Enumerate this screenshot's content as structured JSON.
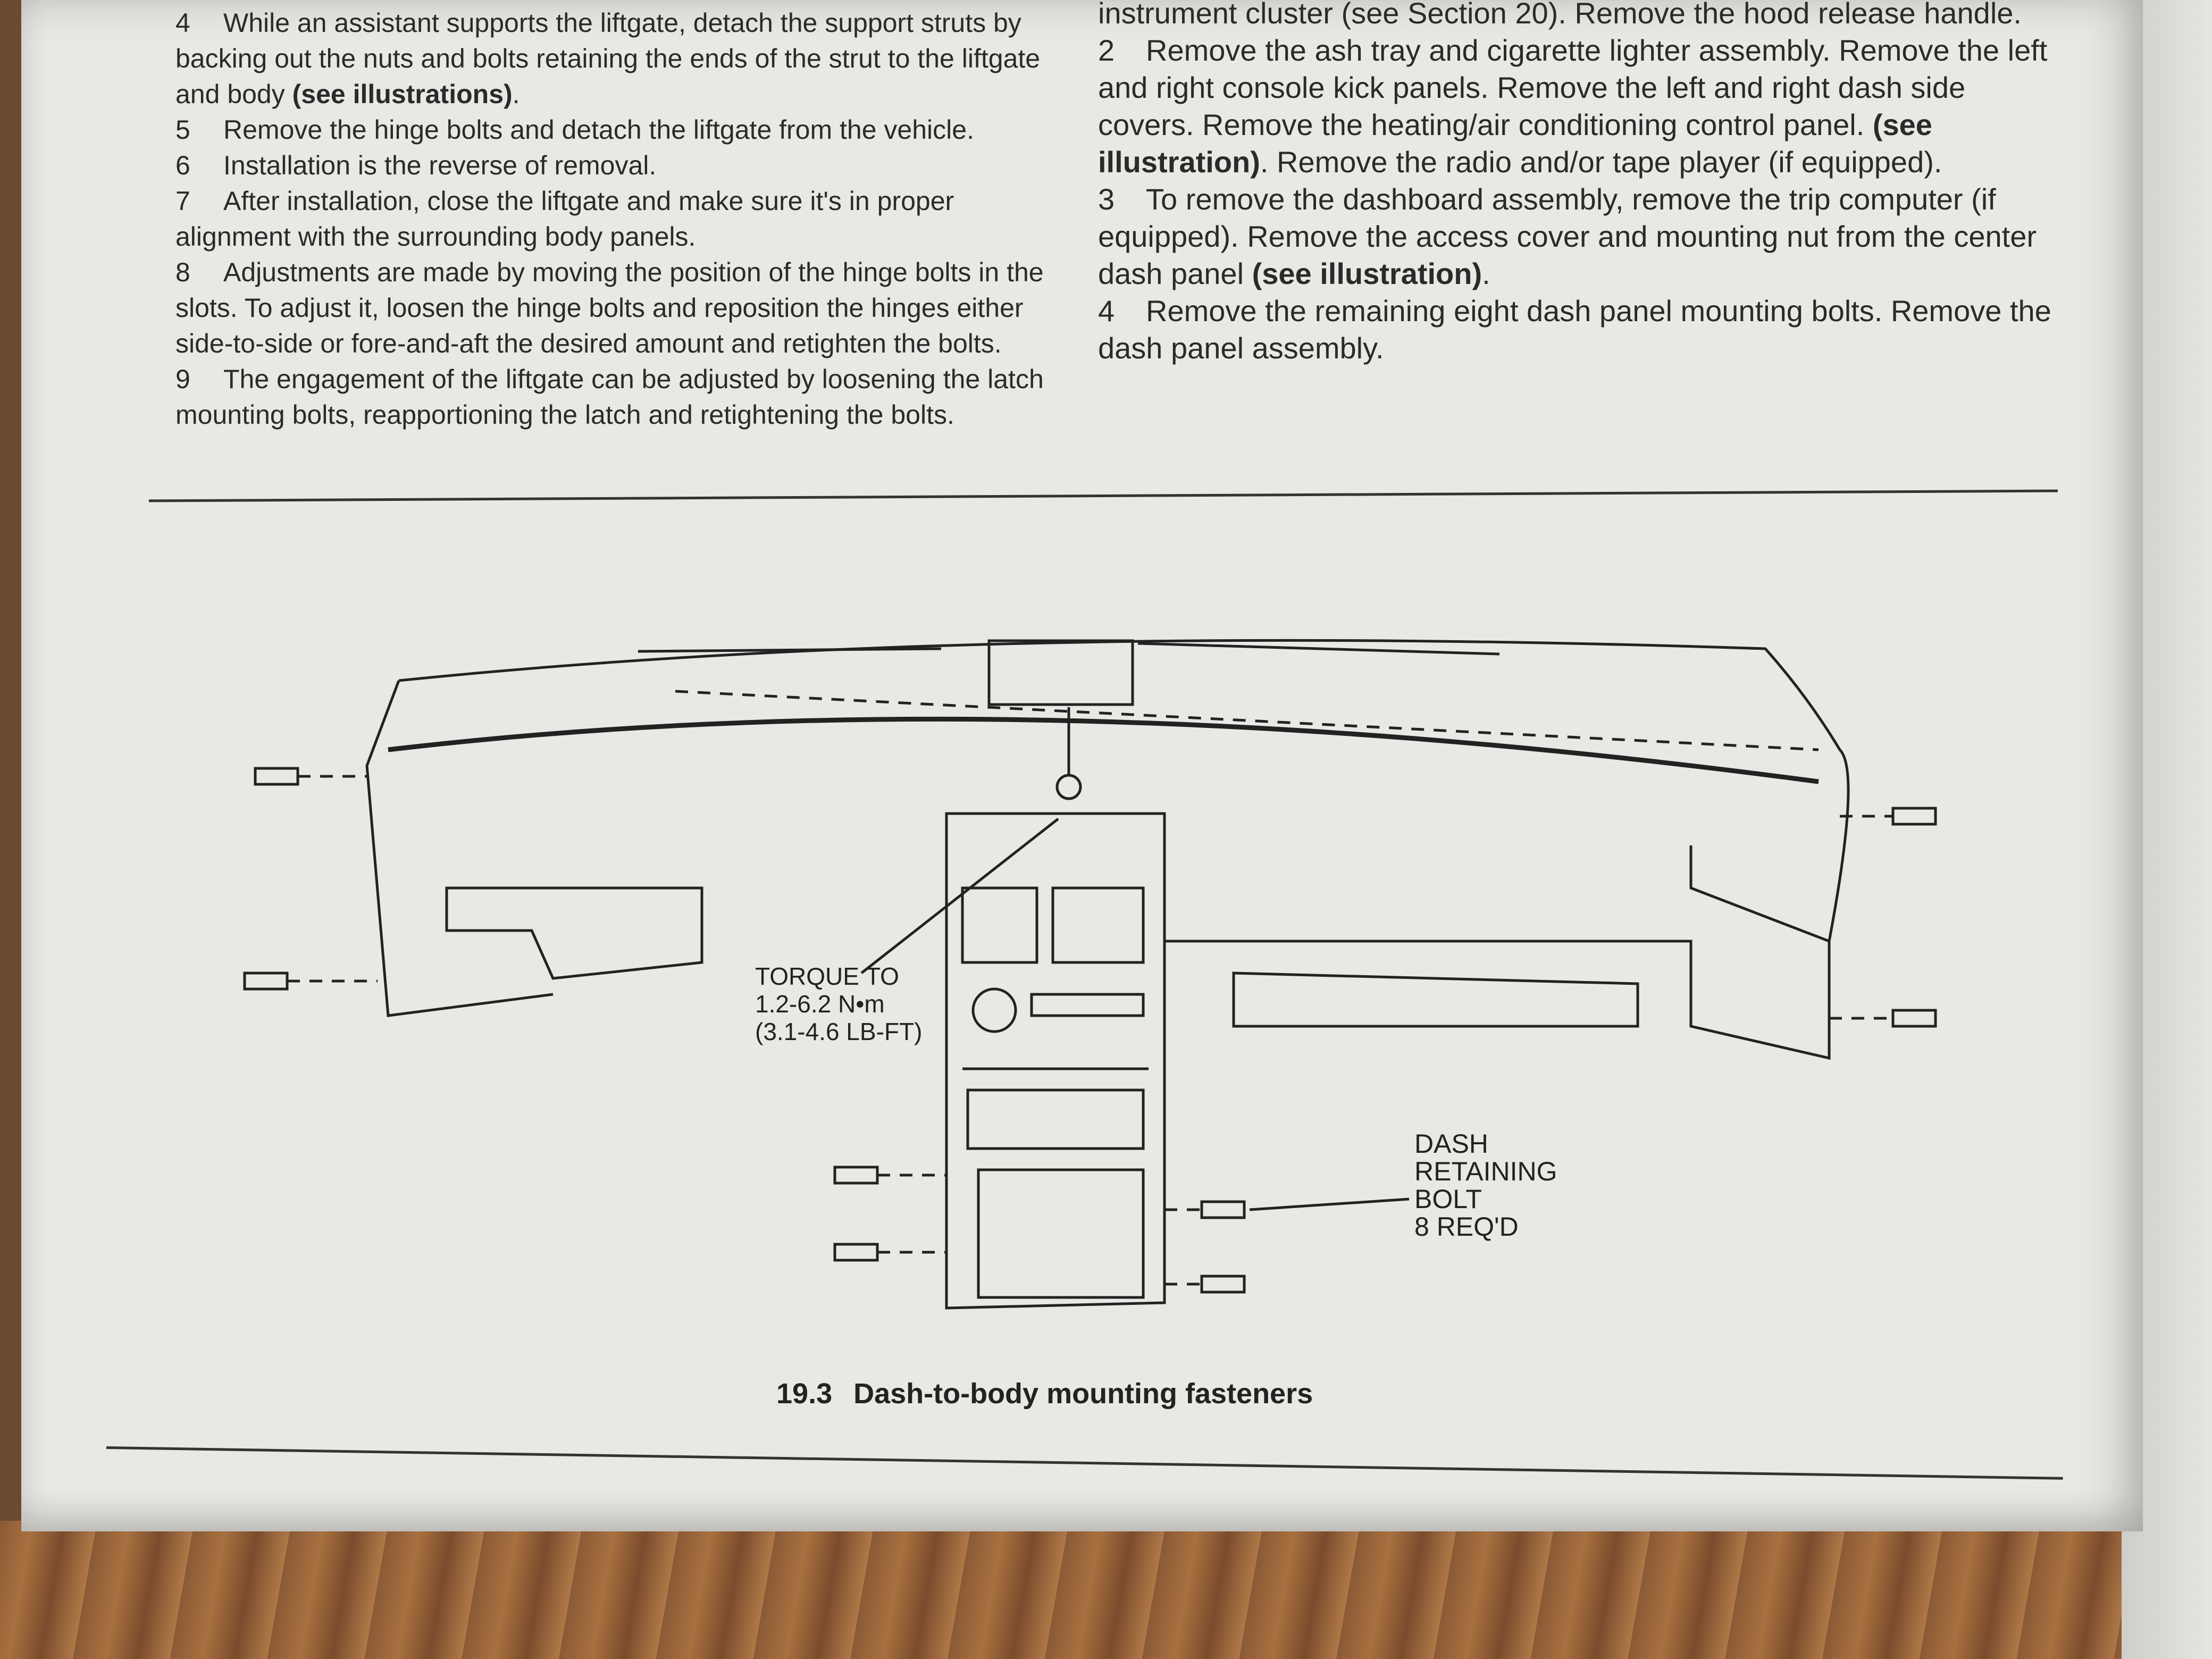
{
  "left_column": [
    {
      "num": "4",
      "text": "While an assistant supports the liftgate, detach the support struts by backing out the nuts and bolts retaining the ends of the strut to the liftgate and body",
      "bold": "(see illustrations)",
      "tail": "."
    },
    {
      "num": "5",
      "text": "Remove the hinge bolts and detach the liftgate from the vehicle.",
      "bold": "",
      "tail": ""
    },
    {
      "num": "6",
      "text": "Installation is the reverse of removal.",
      "bold": "",
      "tail": ""
    },
    {
      "num": "7",
      "text": "After installation, close the liftgate and make sure it's in proper alignment with the surrounding body panels.",
      "bold": "",
      "tail": ""
    },
    {
      "num": "8",
      "text": "Adjustments are made by moving the position of the hinge bolts in the slots. To adjust it, loosen the hinge bolts and reposition the hinges either side-to-side or fore-and-aft the desired amount and retighten the bolts.",
      "bold": "",
      "tail": ""
    },
    {
      "num": "9",
      "text": "The engagement of the liftgate can be adjusted by loosening the latch mounting bolts, reapportioning the latch and retightening the bolts.",
      "bold": "",
      "tail": ""
    }
  ],
  "right_column": [
    {
      "num": "",
      "text": "instrument cluster (see Section 20). Remove the hood release handle.",
      "bold": "",
      "tail": ""
    },
    {
      "num": "2",
      "text": "Remove the ash tray and cigarette lighter assembly. Remove the left and right console kick panels. Remove the left and right dash side covers. Remove the heating/air conditioning control panel.",
      "bold": "(see illustration)",
      "tail": ". Remove the radio and/or tape player (if equipped)."
    },
    {
      "num": "3",
      "text": "To remove the dashboard assembly, remove the trip computer (if equipped). Remove the access cover and mounting nut from the center dash panel",
      "bold": "(see illustration)",
      "tail": "."
    },
    {
      "num": "4",
      "text": "Remove the remaining eight dash panel mounting bolts. Remove the dash panel assembly.",
      "bold": "",
      "tail": ""
    }
  ],
  "figure": {
    "torque_lines": [
      "TORQUE TO",
      "1.2-6.2 N•m",
      "(3.1-4.6 LB-FT)"
    ],
    "bolt_lines": [
      "DASH",
      "RETAINING",
      "BOLT",
      "8 REQ'D"
    ],
    "caption_number": "19.3",
    "caption_text": "Dash-to-body mounting fasteners"
  }
}
